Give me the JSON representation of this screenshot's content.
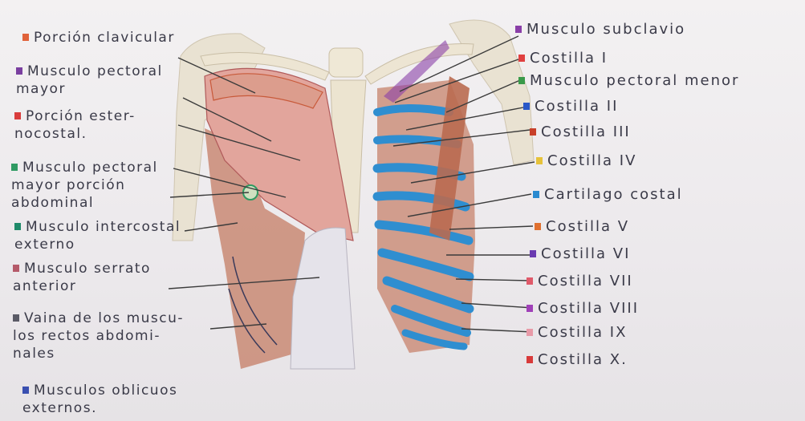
{
  "left_labels": [
    {
      "text": "Porción clavicular",
      "color": "#e0623a"
    },
    {
      "text": "Musculo pectoral\n      mayor",
      "color": "#7a3fa0"
    },
    {
      "text": "Porción ester-\nnocostal.",
      "color": "#d93c3c"
    },
    {
      "text": "Musculo pectoral\nmayor porción\nabdominal",
      "color": "#2f9a62"
    },
    {
      "text": "Musculo intercostal\n   externo",
      "color": "#1f8a6a"
    },
    {
      "text": "Musculo serrato\n    anterior",
      "color": "#b55a6a"
    },
    {
      "text": "Vaina de los muscu-\nlos   rectos abdomi-\nnales",
      "color": "#5a5a66"
    },
    {
      "text": "Musculos oblicuos\n    externos.",
      "color": "#3a4fb0"
    }
  ],
  "right_labels": [
    {
      "text": "Musculo subclavio",
      "color": "#8a3fa8"
    },
    {
      "text": "Costilla I",
      "color": "#e04040"
    },
    {
      "text": "Musculo pectoral menor",
      "color": "#3a9a4a"
    },
    {
      "text": "Costilla II",
      "color": "#2a58c8"
    },
    {
      "text": "Costilla III",
      "color": "#c8402a"
    },
    {
      "text": "Costilla IV",
      "color": "#e6c23a"
    },
    {
      "text": "Cartilago costal",
      "color": "#2a8ad0"
    },
    {
      "text": "Costilla V",
      "color": "#e07030"
    },
    {
      "text": "Costilla VI",
      "color": "#6a3ab0"
    },
    {
      "text": "Costilla VII",
      "color": "#e05a6a"
    },
    {
      "text": "Costilla VIII",
      "color": "#a040b8"
    },
    {
      "text": "Costilla IX",
      "color": "#e89aa8"
    },
    {
      "text": "Costilla X.",
      "color": "#d83a3a"
    }
  ]
}
